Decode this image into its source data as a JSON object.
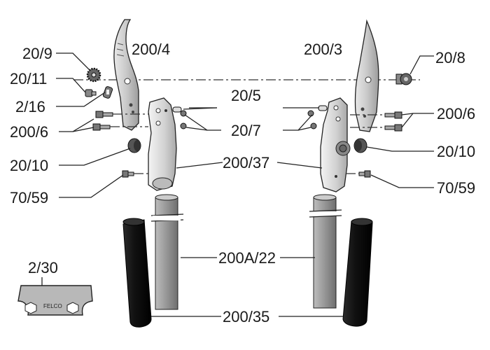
{
  "diagram": {
    "labels": {
      "l_20_9": "20/9",
      "l_200_4": "200/4",
      "l_200_3": "200/3",
      "l_20_8": "20/8",
      "l_20_11": "20/11",
      "l_2_16": "2/16",
      "l_20_5": "20/5",
      "l_200_6_left": "200/6",
      "l_200_6_right": "200/6",
      "l_20_7": "20/7",
      "l_20_10_left": "20/10",
      "l_20_10_right": "20/10",
      "l_200_37": "200/37",
      "l_70_59_left": "70/59",
      "l_70_59_right": "70/59",
      "l_2_30": "2/30",
      "l_200A_22": "200A/22",
      "l_200_35": "200/35"
    },
    "wrench_text": "FELCO"
  }
}
